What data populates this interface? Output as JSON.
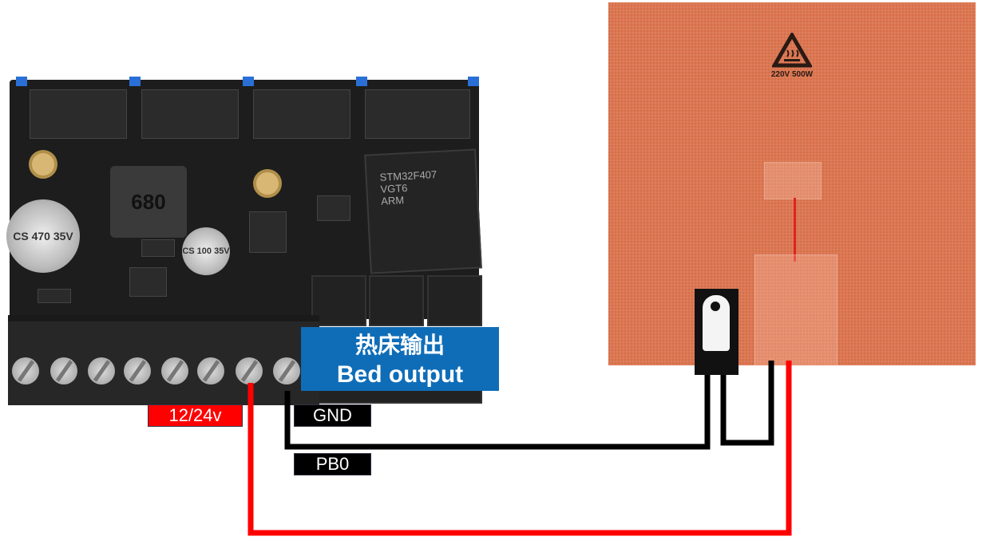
{
  "board": {
    "mcu_text": [
      "STM32F407",
      "VGT6",
      "ARM"
    ],
    "inductor_text": "680",
    "cap_large": "CS 470 35V",
    "cap_small": "CS 100 35V"
  },
  "labels": {
    "bed_output_zh": "热床输出",
    "bed_output_en": "Bed output",
    "power": "12/24v",
    "gnd": "GND",
    "pb0": "PB0"
  },
  "heater": {
    "rating": "220V 500W"
  },
  "colors": {
    "label_blue": "#0f6db8",
    "power_wire": "#ff0000",
    "signal_wire": "#000000",
    "heater": "#df7650"
  }
}
